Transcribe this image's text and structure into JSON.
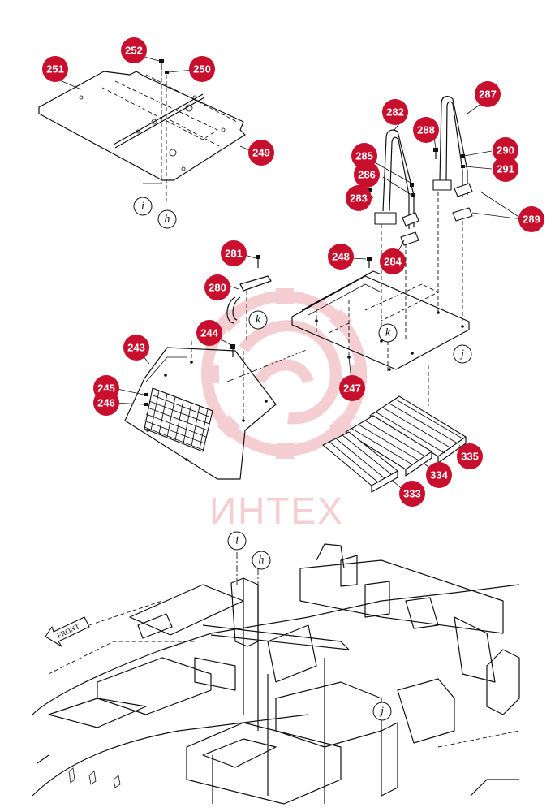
{
  "diagram": {
    "part_labels": [
      {
        "id": "251",
        "text": "251"
      },
      {
        "id": "252",
        "text": "252"
      },
      {
        "id": "250",
        "text": "250"
      },
      {
        "id": "249",
        "text": "249"
      },
      {
        "id": "282",
        "text": "282"
      },
      {
        "id": "287",
        "text": "287"
      },
      {
        "id": "288",
        "text": "288"
      },
      {
        "id": "285",
        "text": "285"
      },
      {
        "id": "290",
        "text": "290"
      },
      {
        "id": "286",
        "text": "286"
      },
      {
        "id": "291",
        "text": "291"
      },
      {
        "id": "283",
        "text": "283"
      },
      {
        "id": "289",
        "text": "289"
      },
      {
        "id": "281",
        "text": "281"
      },
      {
        "id": "248",
        "text": "248"
      },
      {
        "id": "284",
        "text": "284"
      },
      {
        "id": "280",
        "text": "280"
      },
      {
        "id": "244",
        "text": "244"
      },
      {
        "id": "243",
        "text": "243"
      },
      {
        "id": "247",
        "text": "247"
      },
      {
        "id": "245",
        "text": "245"
      },
      {
        "id": "246",
        "text": "246"
      },
      {
        "id": "335",
        "text": "335"
      },
      {
        "id": "334",
        "text": "334"
      },
      {
        "id": "333",
        "text": "333"
      }
    ],
    "reference_markers": {
      "i_top": "i",
      "h_top": "h",
      "k_left": "k",
      "k_right": "k",
      "j_right": "j",
      "i_bottom": "i",
      "h_bottom": "h",
      "j_bottom": "j"
    },
    "front_arrow_label": "FRONT",
    "watermark_text": "ИНТЕХ",
    "colors": {
      "badge": "#c8102e",
      "watermark": "#f4c9cd",
      "line": "#111111"
    }
  }
}
